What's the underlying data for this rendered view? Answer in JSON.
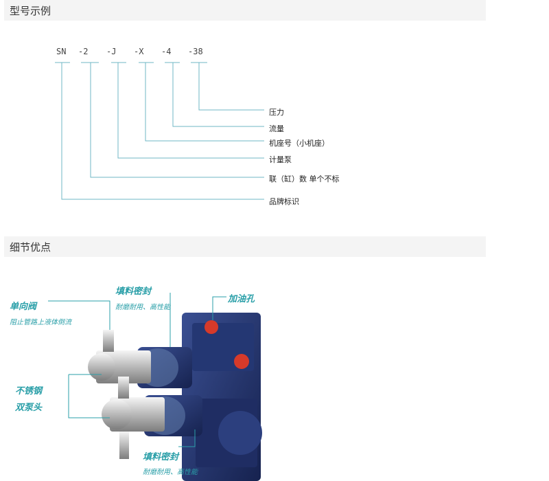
{
  "sections": [
    {
      "title": "型号示例"
    },
    {
      "title": "细节优点"
    }
  ],
  "model_code": [
    "SN",
    "-2",
    "-J",
    "-X",
    "-4",
    "-38"
  ],
  "meanings": [
    "压力",
    "流量",
    "机座号（小机座）",
    "计量泵",
    "联（缸）数 单个不标",
    "品牌标识"
  ],
  "photo_callouts": {
    "check_valve": "单向阀",
    "check_valve_desc": "阻止管路上液体倒流",
    "packing_top": "填料密封",
    "packing_top_desc": "耐磨耐用、高性能",
    "oil_hole": "加油孔",
    "steel_line1": "不锈钢",
    "steel_line2": "双泵头",
    "packing_bottom": "填料密封",
    "packing_bottom_desc": "耐磨耐用、高性能"
  },
  "colors": {
    "accent": "#2a9fa8",
    "line": "#6fb7c4",
    "header_bg": "#f4f4f4",
    "pump_blue": "#1e2f6b"
  }
}
